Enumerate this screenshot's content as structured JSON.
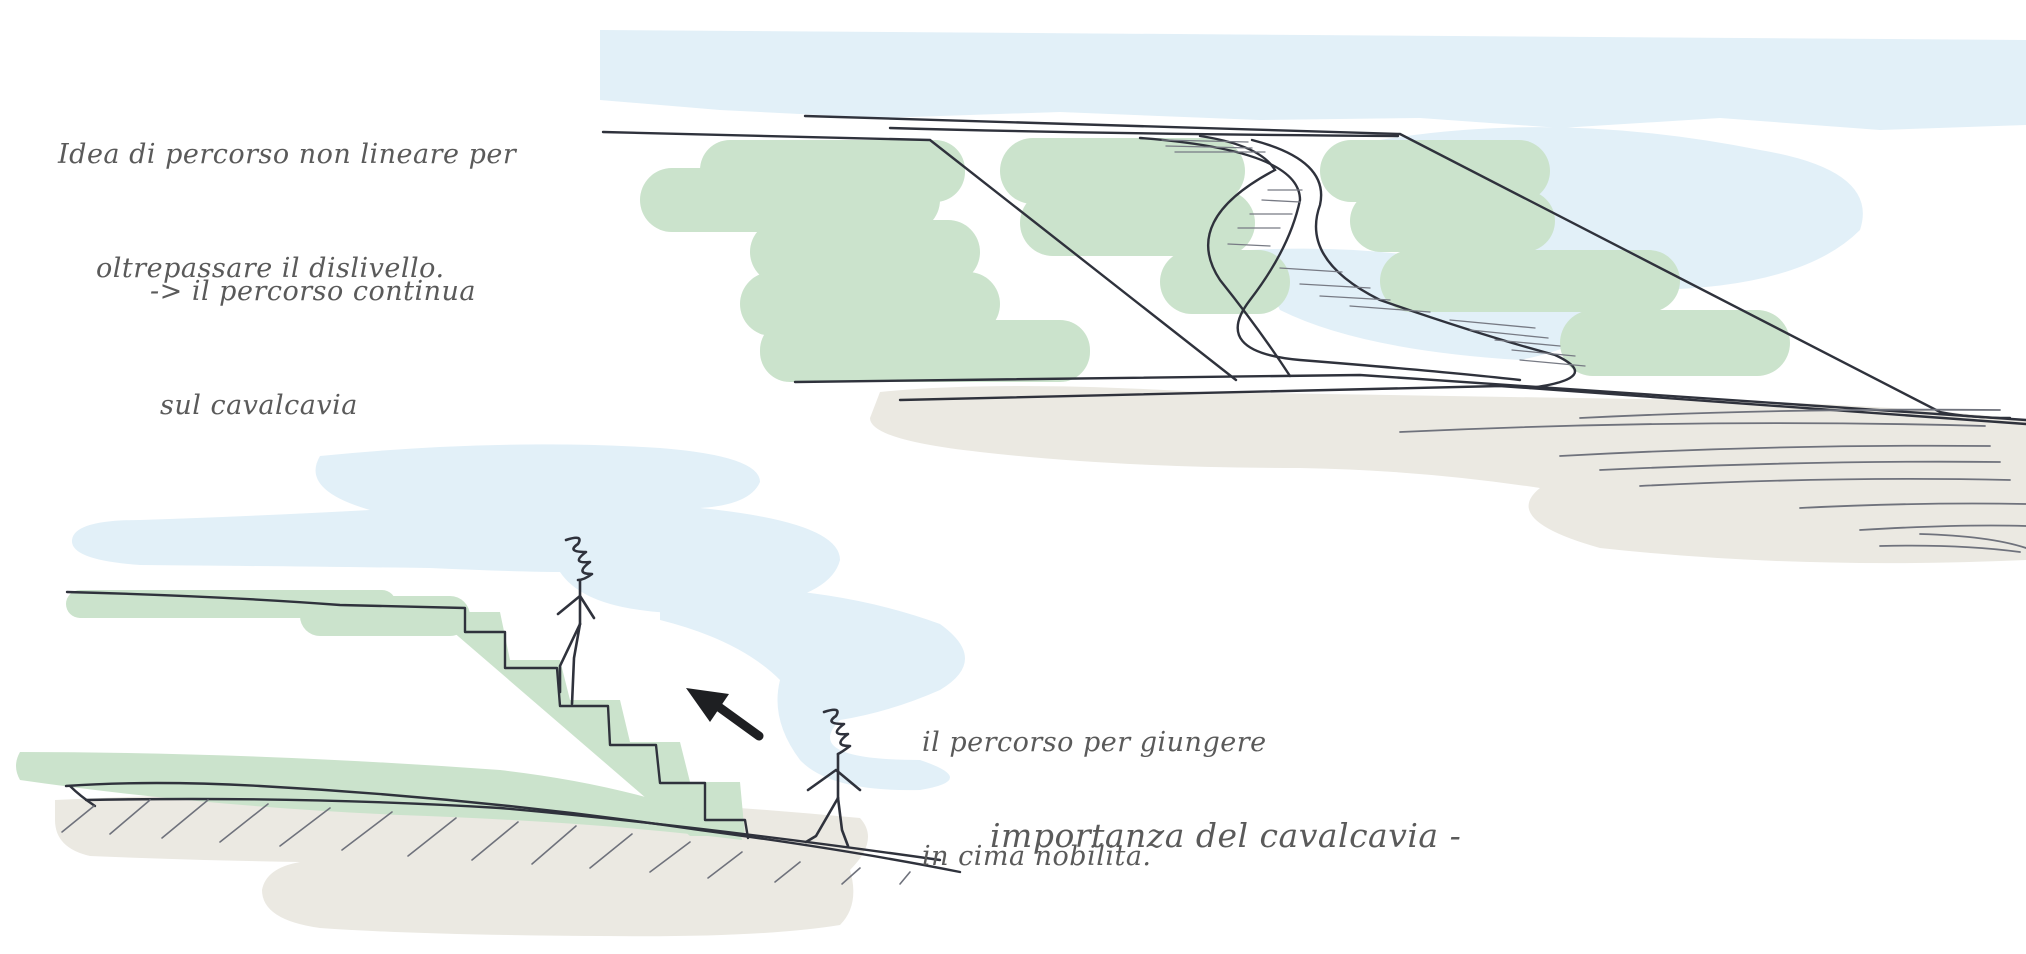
{
  "notes": {
    "route_idea": {
      "line1": "Idea di percorso non lineare per",
      "line2": "oltrepassare il dislivello."
    },
    "overpass_continuation": {
      "line1": "-> il percorso continua",
      "line2": "sul cavalcavia"
    },
    "ennobled_route": {
      "line1": "il percorso per giungere",
      "line2": "in cima nobilita."
    },
    "overpass_importance": "importanza del cavalcavia -"
  },
  "colors": {
    "ink": "#2f323c",
    "text": "#5a5a5a",
    "greenery": "#cbe3cc",
    "sky": "#e2f0f8",
    "ground": "#ebe9e2",
    "hatch": "#9a9da6"
  },
  "icons": [
    "stick-figure-icon",
    "arrow-icon"
  ]
}
